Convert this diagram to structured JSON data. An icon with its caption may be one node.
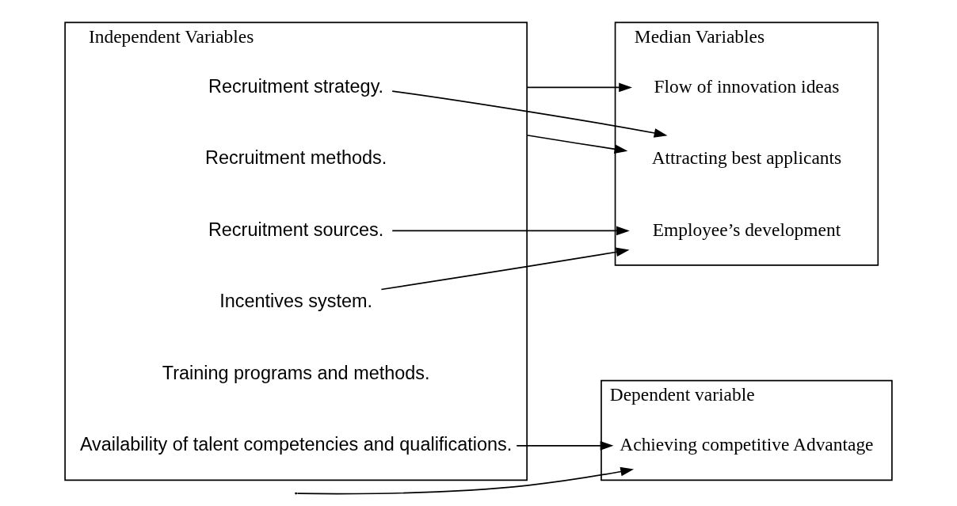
{
  "diagram": {
    "nodes": [
      {
        "text": [
          "Independent Variables"
        ]
      },
      {
        "text": [
          "Recruitment strategy."
        ],
        "in": 0
      },
      {
        "text": [
          "Recruitment methods."
        ],
        "in": 0
      },
      {
        "text": [
          "Recruitment sources."
        ],
        "in": 0
      },
      {
        "text": [
          "Availability of talent competencies and qualifications."
        ],
        "in": 0
      },
      {
        "text": [
          "Training programs and methods."
        ],
        "in": 0
      },
      {
        "text": [
          "Incentives system."
        ],
        "in": 0
      },
      {
        "text": [
          "Median Variables"
        ]
      },
      {
        "text": [
          "Attracting best applicants"
        ],
        "in": 7
      },
      {
        "text": [
          "Employee’s development"
        ],
        "in": 7
      },
      {
        "text": [
          "Flow of innovation ideas"
        ],
        "in": 7
      },
      {
        "text": [
          "Dependent variable"
        ]
      },
      {
        "text": [
          "Achieving competitive Advantage"
        ],
        "in": 11
      }
    ],
    "edges": [
      {
        "from": 0,
        "to": 8,
        "arrow": "to"
      },
      {
        "from": 1,
        "to": 8,
        "arrow": "to"
      },
      {
        "from": 3,
        "to": 9,
        "arrow": "to"
      },
      {
        "from": 6,
        "to": 9,
        "arrow": "to"
      },
      {
        "from": 0,
        "to": 10,
        "arrow": "to"
      },
      {
        "from": 4,
        "to": 12,
        "arrow": "to"
      },
      {
        "from": null,
        "to": 12,
        "arrow": "to"
      }
    ]
  }
}
